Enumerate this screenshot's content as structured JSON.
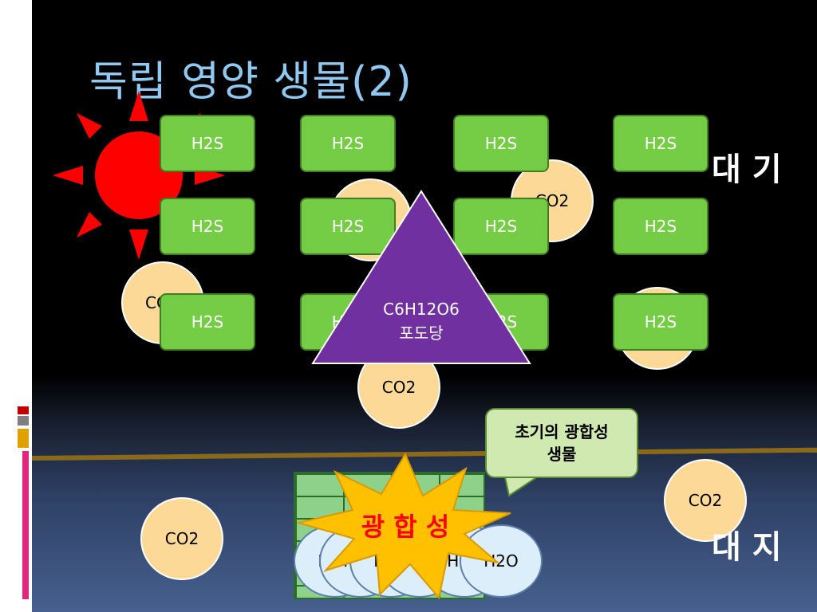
{
  "slide": {
    "title": "독립 영양 생물(2)",
    "label_air": "대 기",
    "label_land": "대 지",
    "triangle": {
      "line1": "C6H12O6",
      "line2": "포도당"
    },
    "callout": {
      "line1": "초기의 광합성",
      "line2": "생물"
    },
    "burst_label": "광 합 성",
    "h2s_label": "H2S",
    "co2_label": "CO2",
    "h2o_label": "H2O"
  },
  "colors": {
    "title": "#8fc8f0",
    "h2s_fill": "#74cd45",
    "co2_fill": "#fcd997",
    "triangle_fill": "#7030a0",
    "sun": "#ff0000",
    "burst": "#ffc000",
    "burst_text": "#ff0000"
  }
}
